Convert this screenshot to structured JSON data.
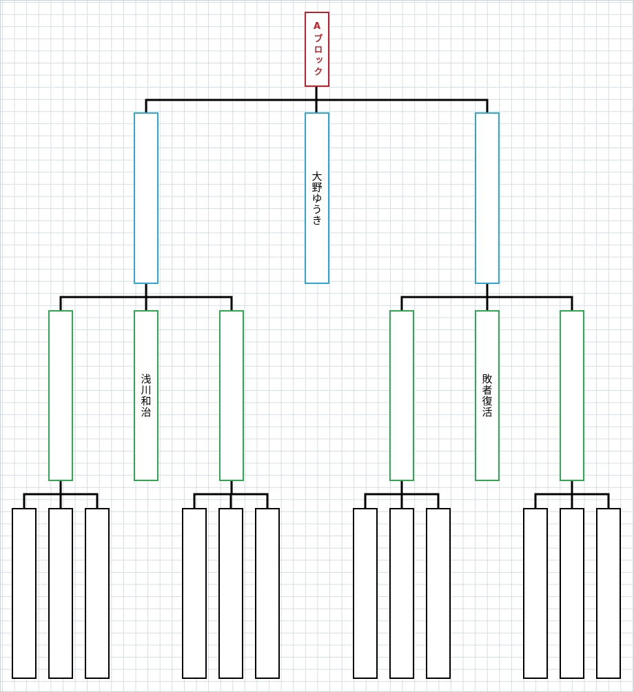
{
  "diagram": {
    "root": {
      "label": "Aブロック"
    },
    "round1": [
      {
        "label": ""
      },
      {
        "label": "大野ゆうき"
      },
      {
        "label": ""
      }
    ],
    "round2": [
      {
        "label": ""
      },
      {
        "label": "浅川和治"
      },
      {
        "label": ""
      },
      {
        "label": ""
      },
      {
        "label": "敗者復活"
      },
      {
        "label": ""
      }
    ],
    "leaves": [
      "",
      "",
      "",
      "",
      "",
      "",
      "",
      "",
      "",
      "",
      "",
      ""
    ],
    "colors": {
      "root": "#c0202a",
      "round1": "#2ea6d4",
      "round2": "#2ea84f",
      "leaf": "#000000",
      "grid": "#d3dde5"
    }
  }
}
